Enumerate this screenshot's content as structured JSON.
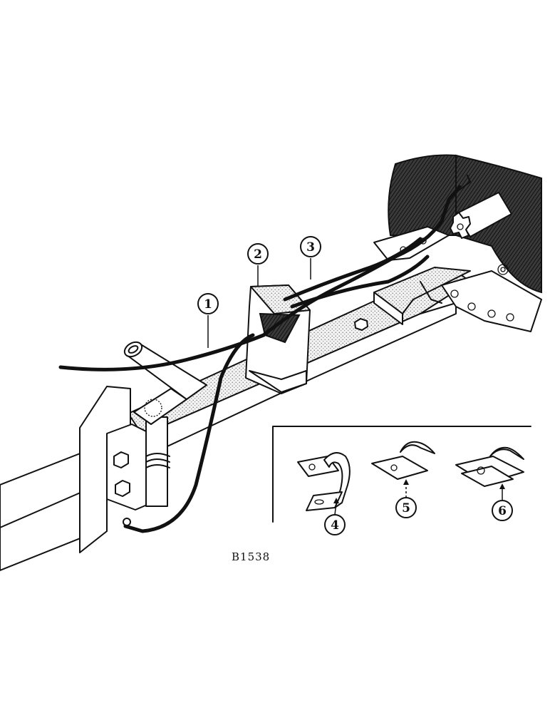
{
  "figure": {
    "code": "B1538"
  },
  "callouts": [
    {
      "number": "1"
    },
    {
      "number": "2"
    },
    {
      "number": "3"
    },
    {
      "number": "4"
    },
    {
      "number": "5"
    },
    {
      "number": "6"
    }
  ]
}
